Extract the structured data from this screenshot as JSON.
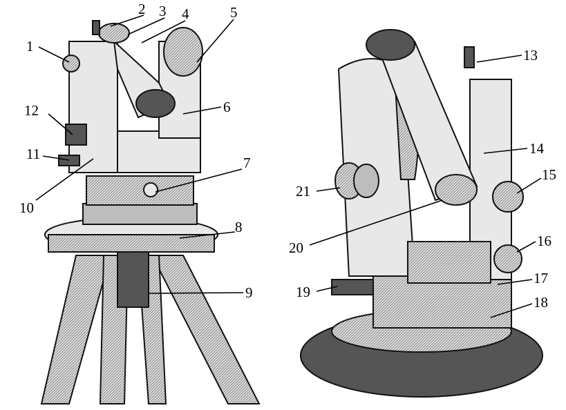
{
  "figure": {
    "labels": [
      "1",
      "2",
      "3",
      "4",
      "5",
      "6",
      "7",
      "8",
      "9",
      "10",
      "11",
      "12",
      "13",
      "14",
      "15",
      "16",
      "17",
      "18",
      "19",
      "20",
      "21"
    ]
  }
}
